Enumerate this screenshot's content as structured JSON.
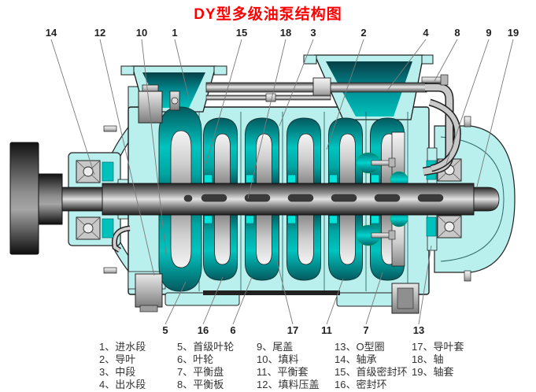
{
  "title": "DY型多级油泵结构图",
  "callouts": {
    "top": [
      "14",
      "12",
      "10",
      "1",
      "15",
      "18",
      "3",
      "2",
      "4",
      "8",
      "9",
      "19"
    ],
    "bottom": [
      "5",
      "16",
      "6",
      "17",
      "11",
      "7",
      "13"
    ]
  },
  "legend": {
    "separator": "、",
    "items": [
      {
        "num": "1",
        "label": "进水段"
      },
      {
        "num": "2",
        "label": "导叶"
      },
      {
        "num": "3",
        "label": "中段"
      },
      {
        "num": "4",
        "label": "出水段"
      },
      {
        "num": "5",
        "label": "首级叶轮"
      },
      {
        "num": "6",
        "label": "叶轮"
      },
      {
        "num": "7",
        "label": "平衡盘"
      },
      {
        "num": "8",
        "label": "平衡板"
      },
      {
        "num": "9",
        "label": "尾盖"
      },
      {
        "num": "10",
        "label": "填料"
      },
      {
        "num": "11",
        "label": "平衡套"
      },
      {
        "num": "12",
        "label": "填料压盖"
      },
      {
        "num": "13",
        "label": "O型圈"
      },
      {
        "num": "14",
        "label": "轴承"
      },
      {
        "num": "15",
        "label": "首级密封环"
      },
      {
        "num": "16",
        "label": "密封环"
      },
      {
        "num": "17",
        "label": "导叶套"
      },
      {
        "num": "18",
        "label": "轴"
      },
      {
        "num": "19",
        "label": "轴套"
      }
    ]
  },
  "colors": {
    "title_red": "#ff0000",
    "casing_cyan": "#b9efec",
    "teal_bright": "#00c6c0",
    "teal_dark": "#046a6e",
    "outline": "#222222",
    "text": "#333333"
  }
}
